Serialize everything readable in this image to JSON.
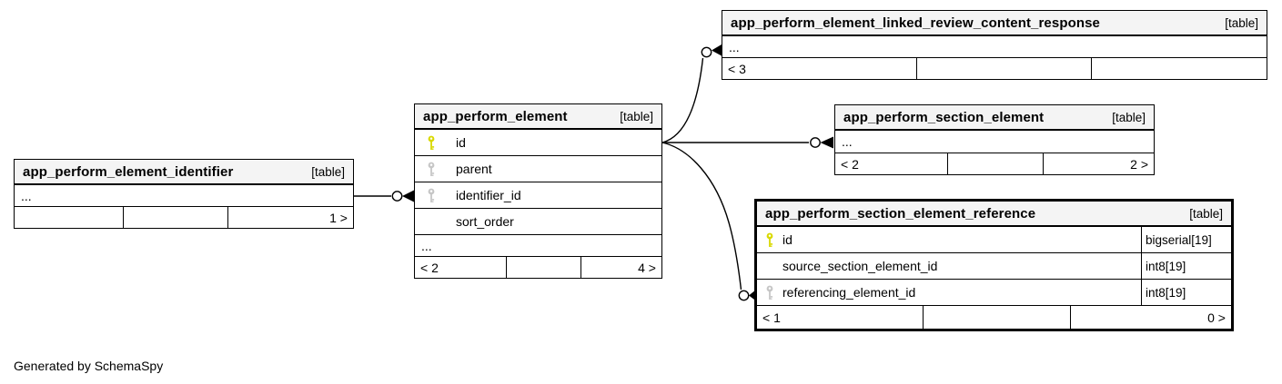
{
  "footer_note": "Generated by SchemaSpy",
  "colors": {
    "primary_key": "#d9d900",
    "foreign_key": "#c6c6c6",
    "header_bg": "#f4f4f4",
    "border": "#000000"
  },
  "tables": {
    "identifier": {
      "name": "app_perform_element_identifier",
      "badge": "[table]",
      "columns": [],
      "ellipsis": "...",
      "footer": [
        "",
        "",
        "1 >"
      ]
    },
    "element": {
      "name": "app_perform_element",
      "badge": "[table]",
      "columns": [
        {
          "icon": "primary-key",
          "name": "id"
        },
        {
          "icon": "foreign-key",
          "name": "parent"
        },
        {
          "icon": "foreign-key",
          "name": "identifier_id"
        },
        {
          "icon": "none",
          "name": "sort_order"
        }
      ],
      "ellipsis": "...",
      "footer": [
        "< 2",
        "",
        "4 >"
      ]
    },
    "linked_review": {
      "name": "app_perform_element_linked_review_content_response",
      "badge": "[table]",
      "columns": [],
      "ellipsis": "...",
      "footer": [
        "< 3",
        "",
        ""
      ]
    },
    "section_element": {
      "name": "app_perform_section_element",
      "badge": "[table]",
      "columns": [],
      "ellipsis": "...",
      "footer": [
        "< 2",
        "",
        "2 >"
      ]
    },
    "reference": {
      "name": "app_perform_section_element_reference",
      "badge": "[table]",
      "columns": [
        {
          "icon": "primary-key",
          "name": "id",
          "type": "bigserial[19]"
        },
        {
          "icon": "none",
          "name": "source_section_element_id",
          "type": "int8[19]"
        },
        {
          "icon": "foreign-key",
          "name": "referencing_element_id",
          "type": "int8[19]"
        }
      ],
      "ellipsis": "",
      "footer": [
        "< 1",
        "",
        "0 >"
      ]
    }
  },
  "relationships": [
    {
      "from": "app_perform_element_identifier",
      "to": "app_perform_element.identifier_id",
      "end_style": "circle-arrow"
    },
    {
      "from": "app_perform_element.id",
      "to": "app_perform_element_linked_review_content_response",
      "end_style": "circle-arrow"
    },
    {
      "from": "app_perform_element.id",
      "to": "app_perform_section_element",
      "end_style": "circle-arrow"
    },
    {
      "from": "app_perform_element.id",
      "to": "app_perform_section_element_reference.referencing_element_id",
      "end_style": "circle-arrow"
    }
  ]
}
